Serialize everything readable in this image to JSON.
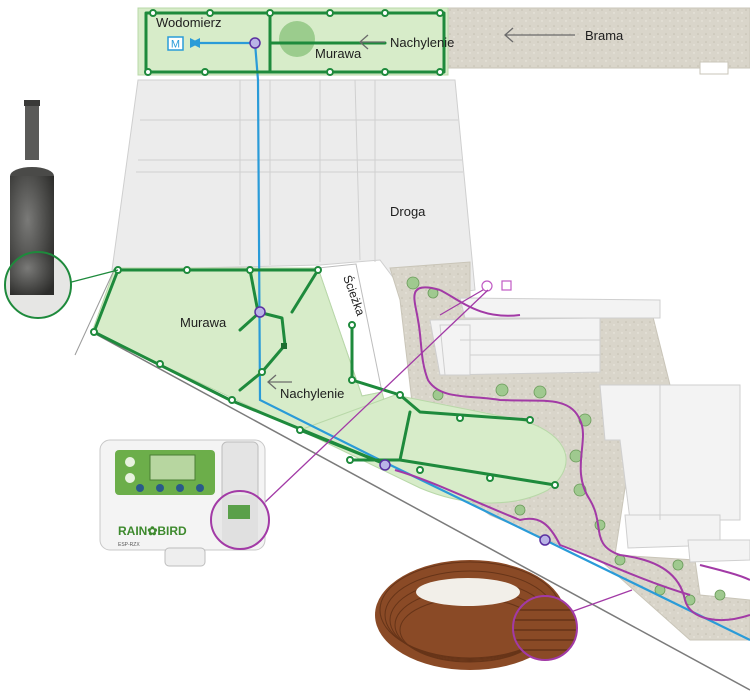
{
  "labels": {
    "water_meter": "Wodomierz",
    "meter_symbol": "M",
    "lawn_top": "Murawa",
    "slope_top": "Nachylenie",
    "gate": "Brama",
    "road": "Droga",
    "path": "Ścieżka",
    "lawn_main": "Murawa",
    "slope_main": "Nachylenie"
  },
  "controller": {
    "brand": "RAIN✿BIRD",
    "model": "ESP-RZX"
  },
  "colors": {
    "lawn": "#d7ecc9",
    "hardscape": "#e7e7e7",
    "gravel": "#d6d2c6",
    "green_pipe": "#1e8a3c",
    "water_main": "#2a9bd8",
    "drip_line": "#a23aa6",
    "drip_coil": "#8a4a26"
  },
  "icons": {
    "sprinkler_photo": "pop-up-sprinkler-icon",
    "controller_photo": "irrigation-controller-icon",
    "drip_coil_photo": "drip-tubing-coil-icon",
    "direction_arrow": "arrow-left-icon"
  }
}
